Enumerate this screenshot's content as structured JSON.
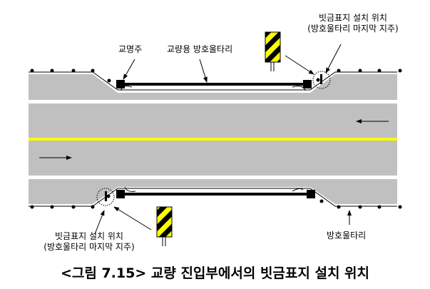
{
  "labels": {
    "bridge_name_post": "교명주",
    "bridge_guardrail": "교량용 방호울타리",
    "top_sign_location": "빗금표지 설치 위치",
    "top_sign_location_sub": "(방호울타리 마지막 지주)",
    "bottom_sign_location": "빗금표지 설치 위치",
    "bottom_sign_location_sub": "(방호울타리 마지막 지주)",
    "guardrail": "방호울타리"
  },
  "caption": "<그림 7.15> 교량 진입부에서의 빗금표지 설치 위치",
  "colors": {
    "road": "#c0c0c0",
    "center_line": "#ffff00",
    "sign_stripe": "#ffff00"
  }
}
